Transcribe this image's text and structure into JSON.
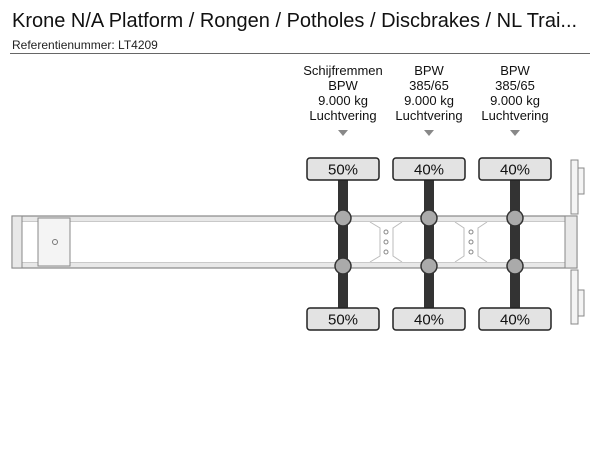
{
  "header": {
    "title": "Krone N/A Platform / Rongen / Potholes / Discbrakes / NL Trai...",
    "reference": "Referentienummer: LT4209"
  },
  "colors": {
    "frame_fill": "#e8e8e8",
    "frame_stroke": "#888888",
    "axle_shaft": "#333333",
    "hub_fill": "#aaaaaa",
    "tire_label_fill": "#e3e3e3",
    "arrow": "#888888"
  },
  "axles": [
    {
      "lines": [
        "Schijfremmen",
        "BPW",
        "9.000 kg",
        "Luchtvering"
      ],
      "top_load": "50%",
      "bottom_load": "50%"
    },
    {
      "lines": [
        "BPW",
        "385/65",
        "9.000 kg",
        "Luchtvering"
      ],
      "top_load": "40%",
      "bottom_load": "40%"
    },
    {
      "lines": [
        "BPW",
        "385/65",
        "9.000 kg",
        "Luchtvering"
      ],
      "top_load": "40%",
      "bottom_load": "40%"
    }
  ]
}
